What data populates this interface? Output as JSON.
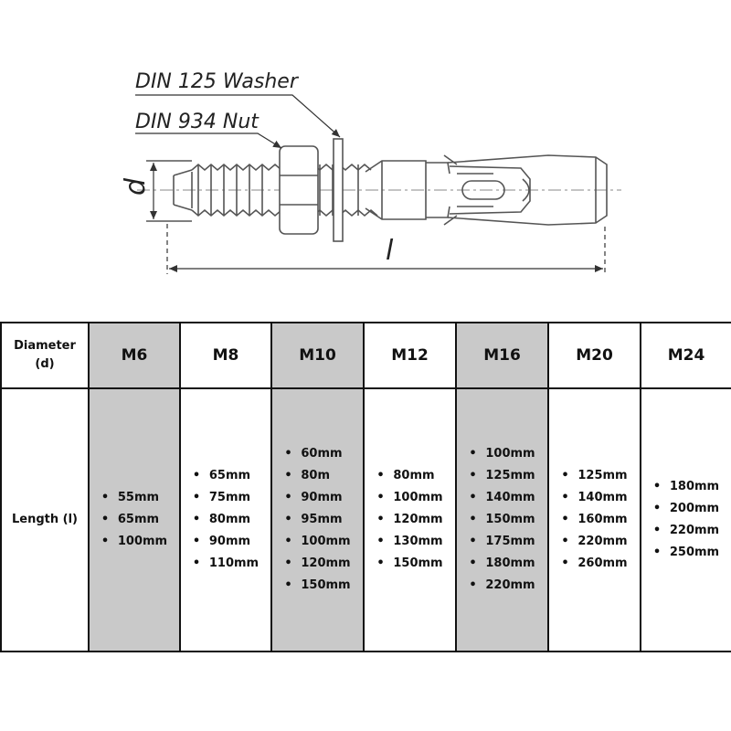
{
  "drawing": {
    "washer_label": "DIN 125 Washer",
    "nut_label": "DIN 934 Nut",
    "diameter_symbol": "d",
    "length_symbol": "l"
  },
  "table": {
    "row_header_diameter": "Diameter\n(d)",
    "row_header_length": "Length (l)",
    "columns": [
      {
        "diameter": "M6",
        "shaded": true,
        "lengths": [
          "55mm",
          "65mm",
          "100mm"
        ]
      },
      {
        "diameter": "M8",
        "shaded": false,
        "lengths": [
          "65mm",
          "75mm",
          "80mm",
          "90mm",
          "110mm"
        ]
      },
      {
        "diameter": "M10",
        "shaded": true,
        "lengths": [
          "60mm",
          "80m",
          "90mm",
          "95mm",
          "100mm",
          "120mm",
          "150mm"
        ]
      },
      {
        "diameter": "M12",
        "shaded": false,
        "lengths": [
          "80mm",
          "100mm",
          "120mm",
          "130mm",
          "150mm"
        ]
      },
      {
        "diameter": "M16",
        "shaded": true,
        "lengths": [
          "100mm",
          "125mm",
          "140mm",
          "150mm",
          "175mm",
          "180mm",
          "220mm"
        ]
      },
      {
        "diameter": "M20",
        "shaded": false,
        "lengths": [
          "125mm",
          "140mm",
          "160mm",
          "220mm",
          "260mm"
        ]
      },
      {
        "diameter": "M24",
        "shaded": false,
        "lengths": [
          "180mm",
          "200mm",
          "220mm",
          "250mm"
        ]
      }
    ],
    "shade_color": "#c9c9c9"
  }
}
